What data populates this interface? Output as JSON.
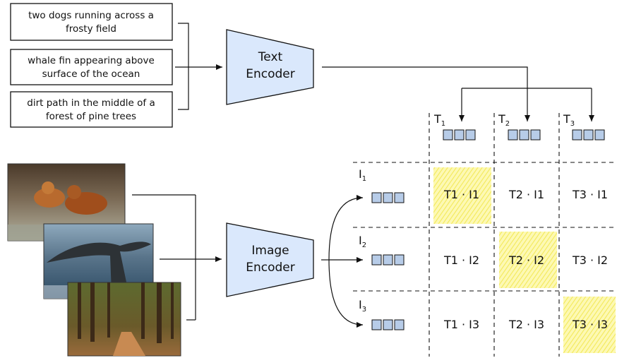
{
  "captions": [
    [
      "two dogs running across a",
      "frosty field"
    ],
    [
      "whale fin appearing above",
      "surface of the ocean"
    ],
    [
      "dirt path in the middle of a",
      "forest of pine trees"
    ]
  ],
  "text_encoder": [
    "Text",
    "Encoder"
  ],
  "image_encoder": [
    "Image",
    "Encoder"
  ],
  "text_labels": [
    {
      "base": "T",
      "sub": "1"
    },
    {
      "base": "T",
      "sub": "2"
    },
    {
      "base": "T",
      "sub": "3"
    }
  ],
  "image_labels": [
    {
      "base": "I",
      "sub": "1"
    },
    {
      "base": "I",
      "sub": "2"
    },
    {
      "base": "I",
      "sub": "3"
    }
  ],
  "matrix": [
    [
      "T1 · I1",
      "T2 · I1",
      "T3 · I1"
    ],
    [
      "T1 · I2",
      "T2 · I2",
      "T3 · I2"
    ],
    [
      "T1 · I3",
      "T2 · I3",
      "T3 · I3"
    ]
  ],
  "colors": {
    "encoder_fill": "#dae8fc",
    "embedding_fill": "#b7cce8",
    "diagonal_fill": "#fbf58a"
  }
}
